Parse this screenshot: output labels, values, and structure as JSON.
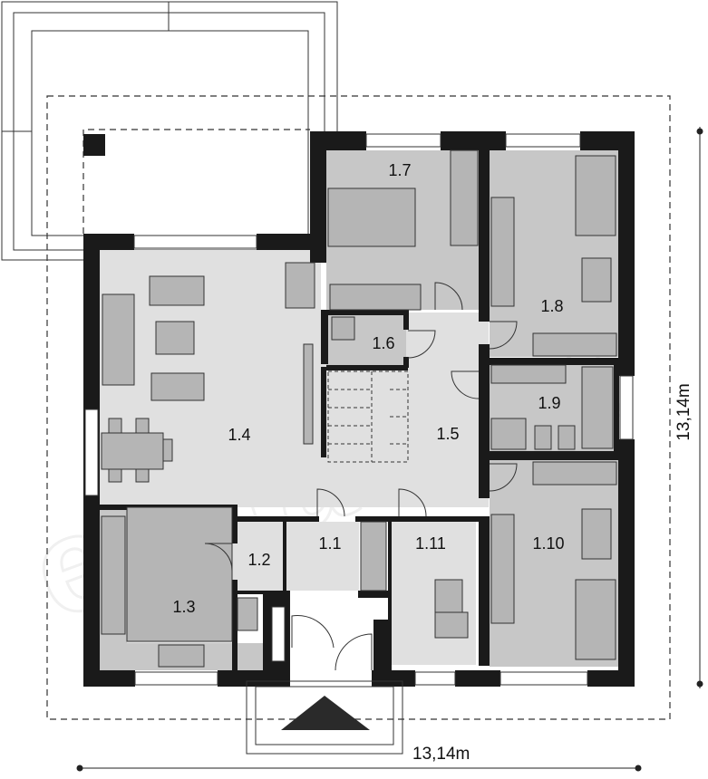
{
  "rooms": [
    {
      "id": "1.1"
    },
    {
      "id": "1.2"
    },
    {
      "id": "1.3"
    },
    {
      "id": "1.4"
    },
    {
      "id": "1.5"
    },
    {
      "id": "1.6"
    },
    {
      "id": "1.7"
    },
    {
      "id": "1.8"
    },
    {
      "id": "1.9"
    },
    {
      "id": "1.10"
    },
    {
      "id": "1.11"
    }
  ],
  "dimensions": {
    "width": "13,14m",
    "depth": "13,14m"
  },
  "colors": {
    "wall": "#1a1a1a",
    "floor_living": "#e0e0e0",
    "floor_bath": "#c7c7c7",
    "furniture": "#b5b5b5",
    "entrance_arrow": "#2a2a2a"
  }
}
